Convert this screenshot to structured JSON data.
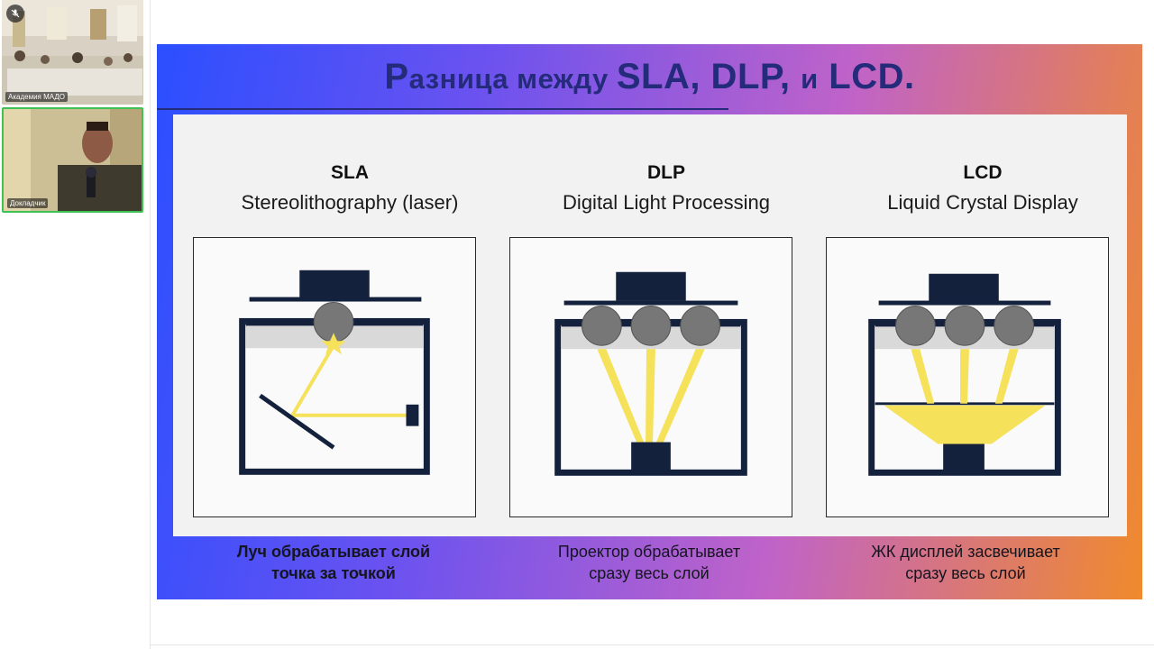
{
  "participants": [
    {
      "name": "Академия МАДО",
      "muted": true
    },
    {
      "name": "Докладчик",
      "active_speaker": true
    }
  ],
  "slide": {
    "title_parts": [
      "Р",
      "азница между ",
      "SLA, DLP, ",
      "и",
      " LCD."
    ],
    "columns": [
      {
        "abbr": "SLA",
        "full": "Stereolithography (laser)",
        "caption_line1": "Луч обрабатывает слой",
        "caption_line2": "точка за точкой"
      },
      {
        "abbr": "DLP",
        "full": "Digital Light Processing",
        "caption_line1": "Проектор обрабатывает",
        "caption_line2": "сразу весь слой"
      },
      {
        "abbr": "LCD",
        "full": "Liquid Crystal Display",
        "caption_line1": "ЖК дисплей засвечивает",
        "caption_line2": "сразу весь слой"
      }
    ]
  },
  "colors": {
    "title": "#232b7a",
    "printer_frame": "#14213d",
    "light_beam": "#f5e15a",
    "active_speaker_border": "#3fc254"
  }
}
